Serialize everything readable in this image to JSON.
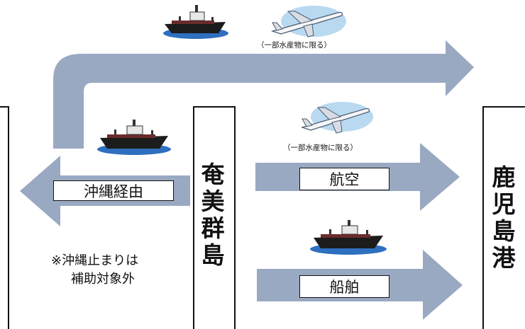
{
  "labels": {
    "amami": "奄美群島",
    "kagoshima": "鹿児島港",
    "okinawa_route": "沖縄経由",
    "air": "航空",
    "ship": "船舶",
    "note_top": "（一部水産物に限る）",
    "note_mid": "（一部水産物に限る）",
    "remark_line1": "※沖縄止まりは",
    "remark_line2": "補助対象外"
  },
  "colors": {
    "arrow": "#9aa9c2",
    "sea": "#2e6fbf",
    "hull": "#1c1c1c",
    "cloud": "#b9d9f1"
  },
  "icons": [
    "ship-icon",
    "airplane-icon"
  ]
}
